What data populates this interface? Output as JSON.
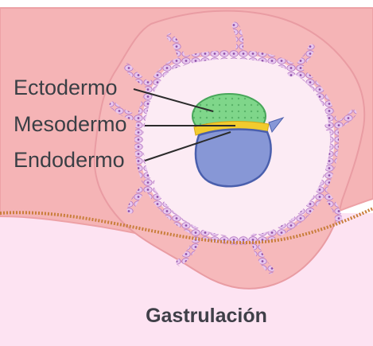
{
  "labels": {
    "ectoderm": "Ectodermo",
    "mesoderm": "Mesodermo",
    "endoderm": "Endodermo"
  },
  "caption": "Gastrulación",
  "colors": {
    "background_lower": "#fde3f2",
    "uterine_tissue": "#f5b4b6",
    "uterine_tissue_edge": "#eda1a6",
    "cavity": "#fcebf4",
    "cell_border": "#c68ad2",
    "ectoderm": "#7fd68a",
    "mesoderm": "#f2cb2e",
    "endoderm": "#8797d6",
    "boundary_line": "#c97e3b",
    "label_text": "#3a3f45"
  }
}
